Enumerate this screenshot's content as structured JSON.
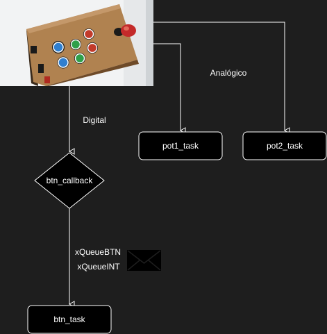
{
  "nodes": {
    "pot1": "pot1_task",
    "pot2": "pot2_task",
    "callback": "btn_callback",
    "btn": "btn_task"
  },
  "edges": {
    "analog": "Analógico",
    "digital": "Digital",
    "queue_btn": "xQueueBTN",
    "queue_int": "xQueueINT"
  },
  "icons": {
    "photo": "arcade-controller-photo",
    "message": "envelope-icon"
  },
  "colors": {
    "background": "#1e1e1e",
    "node_fill": "#000000",
    "stroke": "#ffffff",
    "text": "#ffffff"
  }
}
